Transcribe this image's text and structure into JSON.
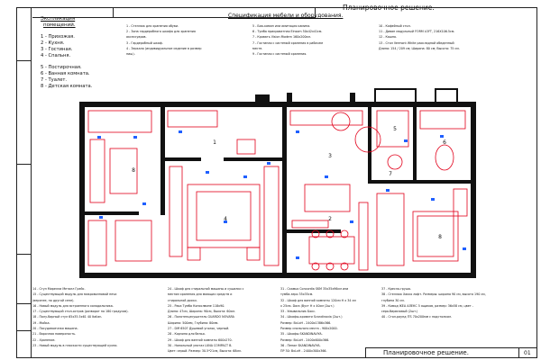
{
  "sheet": {
    "title": "Планировочное решение.",
    "spec_title": "Спецификация мебели и оборудования.",
    "stamp_title": "Планировочное решение.",
    "sheet_number": "01"
  },
  "legend": {
    "title_line1": "Экспликация",
    "title_line2": "помещений.",
    "group1": [
      "1 - Прихожая.",
      "2 - Кухня.",
      "3 - Гостиная.",
      "4 - Спальня."
    ],
    "group2": [
      "5 - Постирочная.",
      "6 - Ванная комната.",
      "7 - Туалет.",
      "8 - Детская комната."
    ]
  },
  "spec_columns": [
    [
      "1 - Стеллаж для хранения обуви.",
      "2 - Зона гардеробного шкафа для хранения",
      "аксессуаров.",
      "3 - Гардеробный шкаф.",
      "4 - Зеркало (индивидуальное изделие в размер",
      "ниш)."
    ],
    [
      "5 - Био-камин или имитация камина.",
      "6 - Тумба прикроватная Einsom 50x42x41см.",
      "7 - Кровать Vision Modern 160x200см.",
      "7 - Гостиная с системой хранения в рабочем",
      "месте.",
      "9 - Гостиная с системой хранения."
    ],
    [
      "10 - Кофейный стол.",
      "11 - Диван модульный FORM LOFT, 216X106.5см.",
      "12 - Кашпо.",
      "13 - Стол Vermont White раскладной обеденный",
      "Длина: 154 / 209 см; Ширина: 80 см; Высота: 75 см."
    ]
  ],
  "bottom_columns": [
    [
      "14 - Стул Мирелли Металл Грейс.",
      "15 - Существующий модуль для микроволновой печи",
      "(верхнее, по другой сене).",
      "16 - Новый модуль для встроенного холодильника.",
      "17 - Существующий стол-остров (разворот на 180 градусов).",
      "18 - Полу-барный стул 65x35.5x61 40 Italian.",
      "19 - Мойка.",
      "20 - Посудомоечная машина.",
      "21 - Варочная поверхность.",
      "22 - Хранение.",
      "23 - Новый модуль в плоскости существующей кухни."
    ],
    [
      "24 - Шкаф для стиральной машины и сушилки с",
      "местом хранения для моющих средств и",
      "стиральной доски.",
      "25 - Рака Тумба Консолвине 118x90.",
      "Длина: 47см, Ширина: 90см, Высота: 60см.",
      "26 - Полотенцесушитель GUARDO NOVARA",
      "Ширина: 500мм, Глубина: 80мм.",
      "27 - Diff 6507 Душевой уголок, черный.",
      "28 - Корзина для белья.",
      "29 - Шкаф для ванной комнаты 600x270.",
      "30 - Напольный унитаз LUNA COMPACT B.",
      "Цвет: серый. Размер: 30.5*21см, Высота: 68см."
    ],
    [
      "31 - Скамья Concordia SKM 35x35x96см или",
      "тумба-зеро 35x35см.",
      "32 - Шкаф для ванной комнаты 120см H x 34 см",
      "x 25см. Dora (Вуст H x 40см (2шт.)",
      "33 - Умывальник Бокс.",
      "34 - Шкафы-кровати Scandinavia (2шт.)",
      "Размер: BxLxH - 2400x1386x366.",
      "Размер спального места - 900x2000.",
      "35 - Шкафы SKANDINAVIYA.",
      "Размер: BxLxH - 2400x600x366.",
      "36 - Пенал SKANDINAVIYA.",
      "ПР 30: BxLxH - 2400x300x366."
    ],
    [
      "37 - Кресло-груша.",
      "38 - Стеллаж Хакко лофт. Размеры: ширина 90 см, высота 190 см,",
      "глубина 30 см.",
      "39 - Комод IKEA АЛЕКС 5 ящиков, размер: 36x58 см, цвет -",
      "серо-бирюзовый (2шт.)",
      "40 - Стол-раунд ITS 70x200мм с подстолком."
    ]
  ],
  "plan": {
    "room_numbers": [
      "1",
      "2",
      "3",
      "4",
      "5",
      "6",
      "7",
      "8"
    ],
    "wall_color": "#111111",
    "furniture_color": "#e2001a",
    "marker_color": "#1f5fff"
  }
}
